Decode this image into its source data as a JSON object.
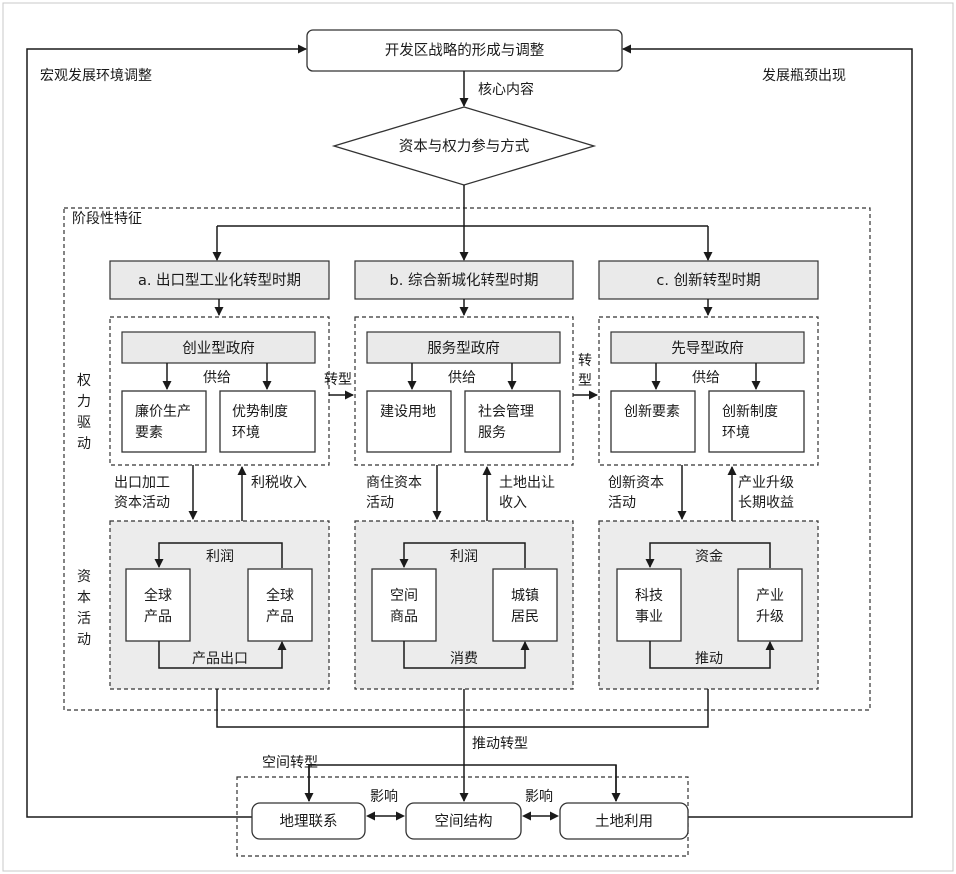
{
  "top": {
    "title": "开发区战略的形成与调整",
    "left_label": "宏观发展环境调整",
    "right_label": "发展瓶颈出现",
    "core_label": "核心内容",
    "diamond": "资本与权力参与方式"
  },
  "stage_label": "阶段性特征",
  "side_labels": {
    "power": [
      "权",
      "力",
      "驱",
      "动"
    ],
    "capital": [
      "资",
      "本",
      "活",
      "动"
    ]
  },
  "periods": [
    {
      "title": "a. 出口型工业化转型时期",
      "government": "创业型政府",
      "supply": "供给",
      "box_left": [
        "廉价生产",
        "要素"
      ],
      "box_right": [
        "优势制度",
        "环境"
      ],
      "down_label": [
        "出口加工",
        "资本活动"
      ],
      "up_label": [
        "利税收入"
      ],
      "top_flow": "利润",
      "bottom_flow": "产品出口",
      "cap_left": [
        "全球",
        "产品"
      ],
      "cap_right": [
        "全球",
        "产品"
      ]
    },
    {
      "title": "b. 综合新城化转型时期",
      "government": "服务型政府",
      "supply": "供给",
      "box_left": [
        "建设用地"
      ],
      "box_right": [
        "社会管理",
        "服务"
      ],
      "down_label": [
        "商住资本",
        "活动"
      ],
      "up_label": [
        "土地出让",
        "收入"
      ],
      "top_flow": "利润",
      "bottom_flow": "消费",
      "cap_left": [
        "空间",
        "商品"
      ],
      "cap_right": [
        "城镇",
        "居民"
      ]
    },
    {
      "title": "c. 创新转型时期",
      "government": "先导型政府",
      "supply": "供给",
      "box_left": [
        "创新要素"
      ],
      "box_right": [
        "创新制度",
        "环境"
      ],
      "down_label": [
        "创新资本",
        "活动"
      ],
      "up_label": [
        "产业升级",
        "长期收益"
      ],
      "top_flow": "资金",
      "bottom_flow": "推动",
      "cap_left": [
        "科技",
        "事业"
      ],
      "cap_right": [
        "产业",
        "升级"
      ]
    }
  ],
  "transitions": {
    "first": "转型",
    "second": [
      "转",
      "型"
    ]
  },
  "bottom": {
    "push_label": "推动转型",
    "space_label": "空间转型",
    "influence_left": "影响",
    "influence_right": "影响",
    "box_left": "地理联系",
    "box_center": "空间结构",
    "box_right": "土地利用"
  }
}
